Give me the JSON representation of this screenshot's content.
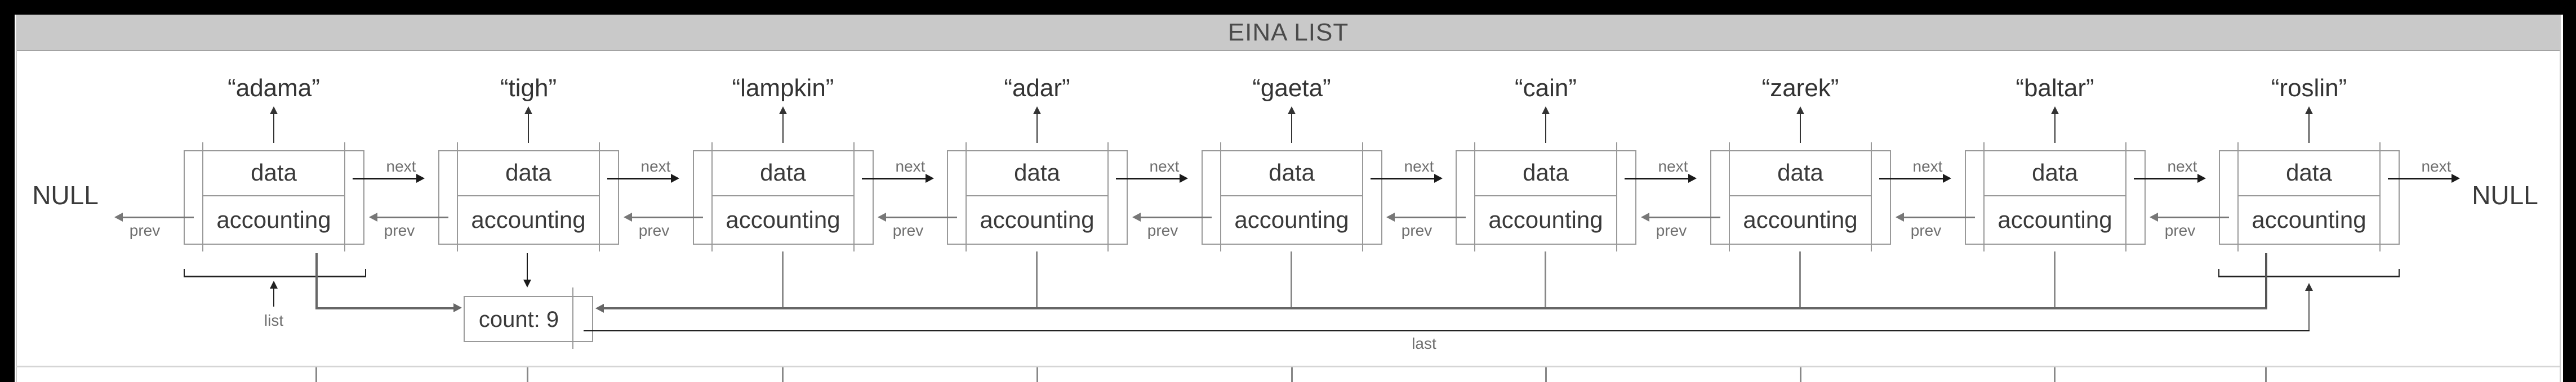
{
  "title": "EINA LIST",
  "nulls": {
    "left": "NULL",
    "right": "NULL"
  },
  "node_labels": {
    "data": "data",
    "accounting": "accounting",
    "next": "next",
    "prev": "prev"
  },
  "nodes": [
    {
      "name": "“adama”"
    },
    {
      "name": "“tigh”"
    },
    {
      "name": "“lampkin”"
    },
    {
      "name": "“adar”"
    },
    {
      "name": "“gaeta”"
    },
    {
      "name": "“cain”"
    },
    {
      "name": "“zarek”"
    },
    {
      "name": "“baltar”"
    },
    {
      "name": "“roslin”"
    }
  ],
  "accounting_box": {
    "count": "count: 9"
  },
  "pointer_labels": {
    "list": "list",
    "last": "last"
  },
  "colors": {
    "letterbox": "#000000",
    "title_bar_bg": "#c9c9c9",
    "title_text": "#4a4a4a",
    "box_border": "#999999",
    "node_text": "#3a3a3a",
    "next_line": "#1a1a1a",
    "prev_line": "#777777",
    "gray_label": "#6f6f6f",
    "accounting_bus": "#666666",
    "bracket": "#222222",
    "bottom_rule": "#d5d5d5",
    "bottom_stub": "#888888"
  }
}
